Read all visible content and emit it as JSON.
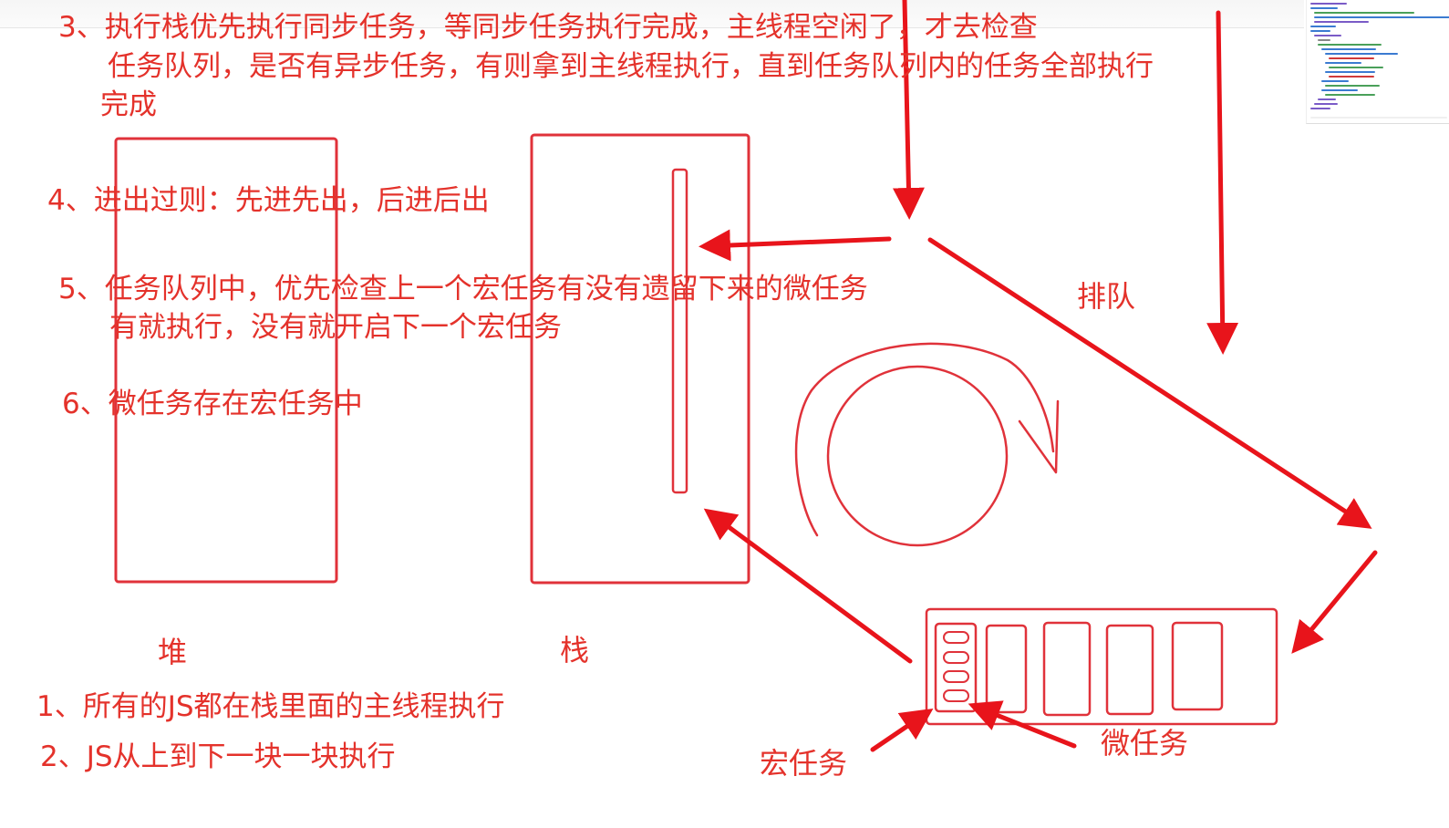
{
  "notes": {
    "n3_line1": "3、执行栈优先执行同步任务，等同步任务执行完成，主线程空闲了，才去检查",
    "n3_line2": "任务队列，是否有异步任务，有则拿到主线程执行，直到任务队列内的任务全部执行",
    "n3_line3": "完成",
    "n4": "4、进出过则：先进先出，后进后出",
    "n5_line1": "5、任务队列中，优先检查上一个宏任务有没有遗留下来的微任务",
    "n5_line2": "有就执行，没有就开启下一个宏任务",
    "n6": "6、微任务存在宏任务中",
    "n1": "1、所有的JS都在栈里面的主线程执行",
    "n2": "2、JS从上到下一块一块执行"
  },
  "labels": {
    "heap": "堆",
    "stack": "栈",
    "queue": "排队",
    "macrotask": "宏任务",
    "microtask": "微任务"
  },
  "colors": {
    "annotation_red": "#e4322b",
    "arrow_red": "#e8141b",
    "background": "#ffffff"
  }
}
